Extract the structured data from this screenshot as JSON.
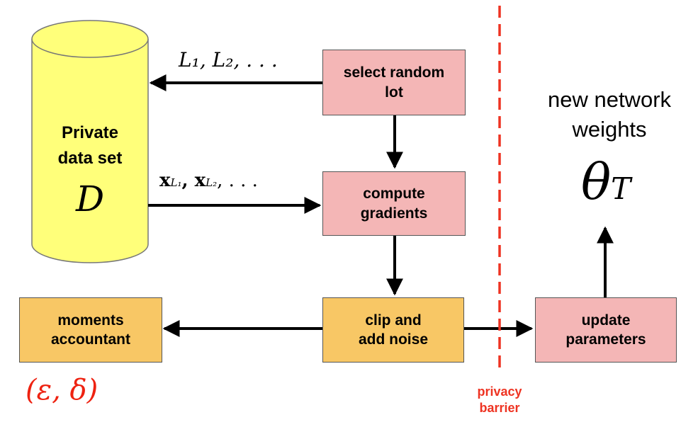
{
  "dataset": {
    "line1": "Private",
    "line2": "data set",
    "symbol": "D"
  },
  "boxes": {
    "select": {
      "line1": "select random",
      "line2": "lot"
    },
    "compute": {
      "line1": "compute",
      "line2": "gradients"
    },
    "clip": {
      "line1": "clip and",
      "line2": "add noise"
    },
    "moments": {
      "line1": "moments",
      "line2": "accountant"
    },
    "update": {
      "line1": "update",
      "line2": "parameters"
    }
  },
  "labels": {
    "lots": "L₁, L₂, . . .",
    "xlots_main": "x",
    "xlots_sub1": "L₁",
    "xlots_sep": ", x",
    "xlots_sub2": "L₂",
    "xlots_tail": ", . . .",
    "new_weights_1": "new network",
    "new_weights_2": "weights",
    "theta": "θ",
    "theta_sub": "T",
    "epsilon_delta": "(ε, δ)",
    "privacy_1": "privacy",
    "privacy_2": "barrier"
  },
  "colors": {
    "box_pink": "#f4b6b6",
    "box_orange": "#f8c765",
    "cylinder": "#ffff7a",
    "barrier": "#ee3322",
    "epsilon": "#ee2211"
  }
}
